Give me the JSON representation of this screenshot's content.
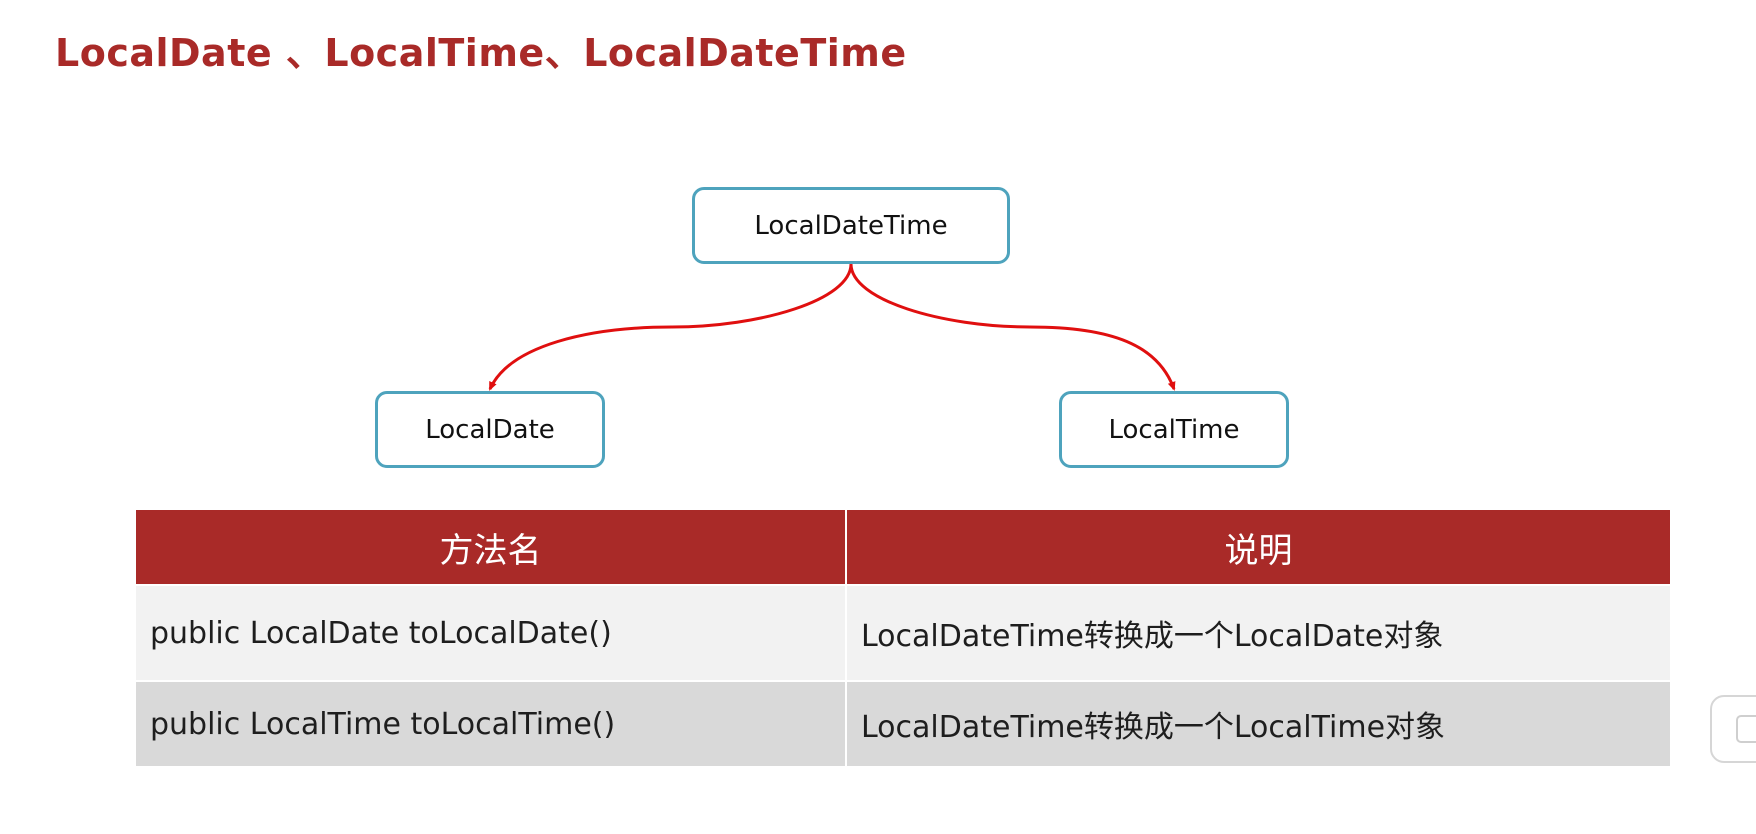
{
  "title": "LocalDate 、LocalTime、LocalDateTime",
  "diagram": {
    "root": "LocalDateTime",
    "children": [
      "LocalDate",
      "LocalTime"
    ],
    "edge_color": "#e00f0f",
    "box_border_color": "#4ea3bd"
  },
  "table": {
    "header_color": "#a92a28",
    "headers": [
      "方法名",
      "说明"
    ],
    "rows": [
      [
        "public LocalDate toLocalDate()",
        "LocalDateTime转换成一个LocalDate对象"
      ],
      [
        "public LocalTime toLocalTime()",
        "LocalDateTime转换成一个LocalTime对象"
      ]
    ]
  }
}
